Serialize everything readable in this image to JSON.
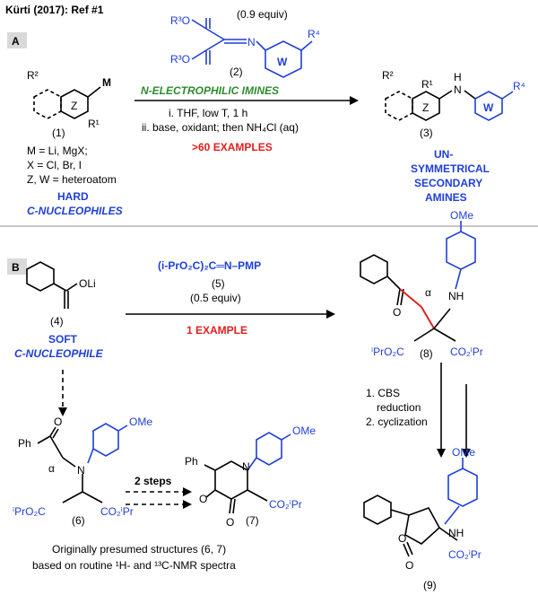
{
  "header": {
    "title": "Kürti (2017): Ref #1"
  },
  "panel_a": {
    "badge": "A",
    "reagent_equiv": "(0.9 equiv)",
    "reagent_label": "(2)",
    "reagent_r3a": "R³O",
    "reagent_r3b": "R³O",
    "reagent_r4": "R⁴",
    "ring_w": "W",
    "reaction_title": "N-ELECTROPHILIC IMINES",
    "cond_1": "i. THF, low T, 1 h",
    "cond_2": "ii. base, oxidant; then NH₄Cl (aq)",
    "examples": ">60 EXAMPLES",
    "sm_label": "(1)",
    "sm_m": "M",
    "sm_r1": "R¹",
    "sm_r2": "R²",
    "ring_z": "Z",
    "sm_def_1": "M = Li, MgX;",
    "sm_def_2": "X = Cl, Br, I",
    "sm_def_3": "Z, W = heteroatom",
    "sm_class_1": "HARD",
    "sm_class_2": "C-NUCLEOPHILES",
    "prod_label": "(3)",
    "prod_h": "H",
    "prod_n": "N",
    "prod_r1": "R¹",
    "prod_r2": "R²",
    "prod_r4": "R⁴",
    "prod_class_1": "UN-",
    "prod_class_2": "SYMMETRICAL",
    "prod_class_3": "SECONDARY",
    "prod_class_4": "AMINES"
  },
  "panel_b": {
    "badge": "B",
    "reagent_formula": "(i-PrO₂C)₂C═N–PMP",
    "reagent_label": "(5)",
    "reagent_equiv": "(0.5 equiv)",
    "examples": "1 EXAMPLE",
    "sm_olithium": "OLi",
    "sm_label": "(4)",
    "sm_class_1": "SOFT",
    "sm_class_2": "C-NUCLEOPHILE",
    "p8_ome": "OMe",
    "p8_nh": "NH",
    "p8_o": "O",
    "p8_alpha": "α",
    "p8_left_ester": "ⁱPrO₂C",
    "p8_label": "(8)",
    "p8_right_ester": "CO₂ⁱPr",
    "cbs_1": "1. CBS",
    "cbs_2": "reduction",
    "cbs_3": "2. cyclization",
    "p9_ome": "OMe",
    "p9_nh": "NH",
    "p9_o_ring": "O",
    "p9_o_carbonyl": "O",
    "p9_ester": "CO₂ⁱPr",
    "p9_label": "(9)",
    "p6_ph": "Ph",
    "p6_o": "O",
    "p6_ome": "OMe",
    "p6_alpha": "α",
    "p6_n": "N",
    "p6_left_ester": "ⁱPrO₂C",
    "p6_label": "(6)",
    "p6_right_ester": "CO₂ⁱPr",
    "two_steps": "2 steps",
    "p7_ph": "Ph",
    "p7_n": "N",
    "p7_ome": "OMe",
    "p7_o_ring": "O",
    "p7_o_carbonyl": "O",
    "p7_label": "(7)",
    "p7_ester": "CO₂ⁱPr",
    "caption_1": "Originally presumed structures (6, 7)",
    "caption_2": "based on routine ¹H- and ¹³C-NMR spectra"
  },
  "colors": {
    "blue": "#1f3fd6",
    "red": "#e02020",
    "green": "#2e8b2e",
    "badge": "#d9d9d9"
  }
}
